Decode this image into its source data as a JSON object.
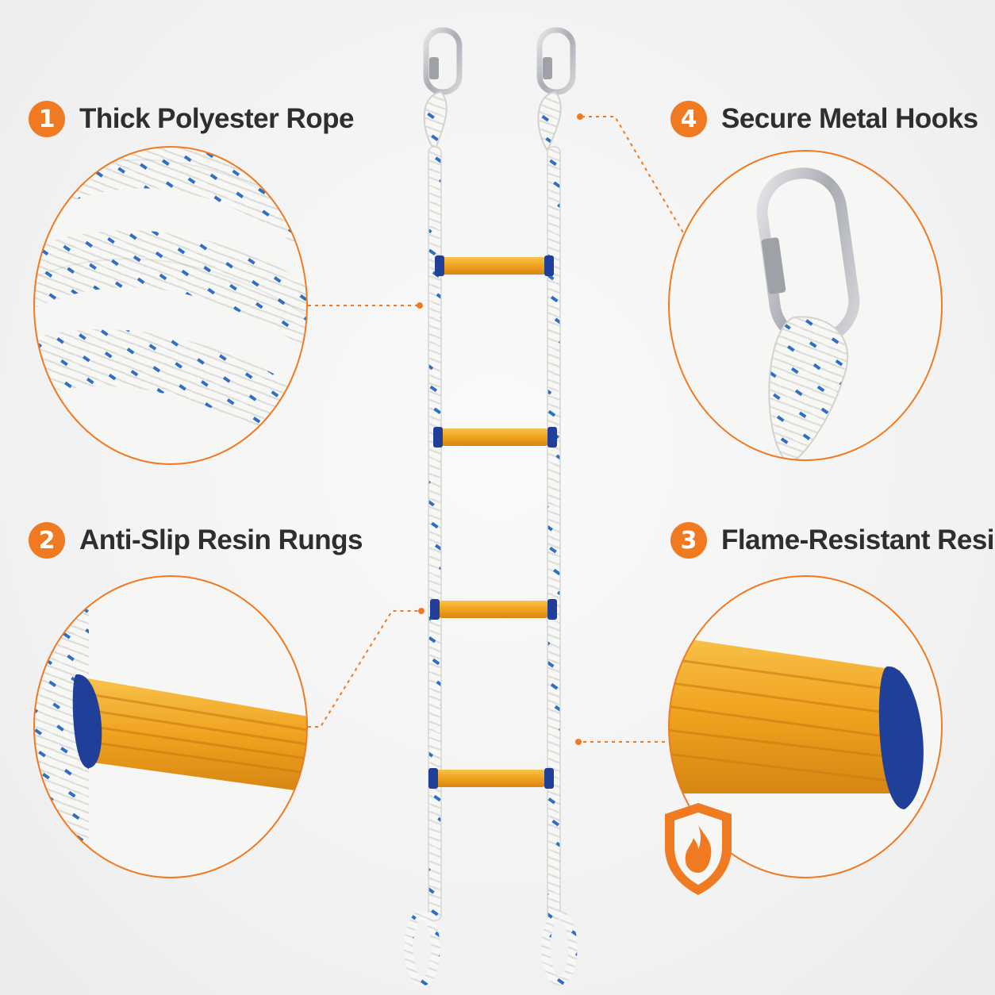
{
  "features": [
    {
      "number": "1",
      "title": "Thick Polyester Rope",
      "icon": "rope-closeup"
    },
    {
      "number": "2",
      "title": "Anti-Slip Resin Rungs",
      "icon": "rung-closeup"
    },
    {
      "number": "3",
      "title": "Flame-Resistant Resin",
      "icon": "flame-shield-icon"
    },
    {
      "number": "4",
      "title": "Secure Metal Hooks",
      "icon": "carabiner-closeup"
    }
  ],
  "colors": {
    "accent": "#f07a22",
    "rope": "#f6f6f4",
    "rope_fleck": "#2c6fc2",
    "rung": "#f2a623",
    "end_cap": "#1f3f98",
    "metal": "#bdbfc3"
  }
}
